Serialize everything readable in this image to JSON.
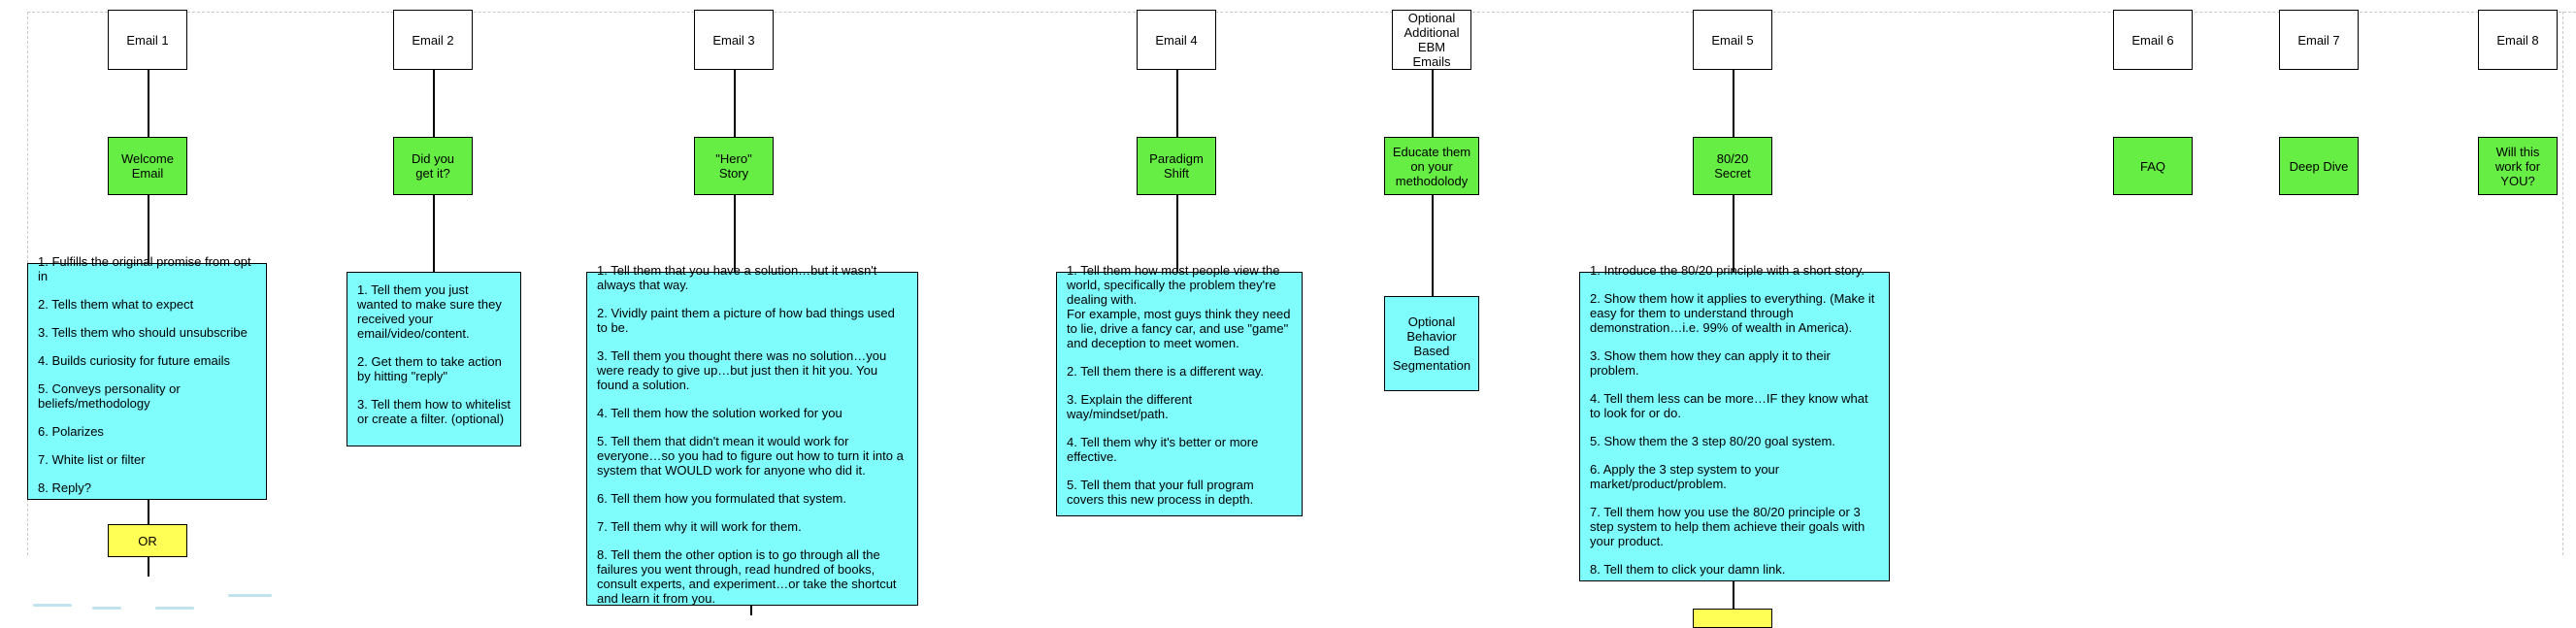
{
  "emails": [
    {
      "id": "email-1",
      "label": "Email 1",
      "topic": "Welcome\nEmail"
    },
    {
      "id": "email-2",
      "label": "Email 2",
      "topic": "Did you\nget it?"
    },
    {
      "id": "email-3",
      "label": "Email 3",
      "topic": "\"Hero\"\nStory"
    },
    {
      "id": "email-4",
      "label": "Email 4",
      "topic": "Paradigm\nShift"
    },
    {
      "id": "email-optional",
      "label": "Optional\nAdditional\nEBM\nEmails",
      "topic": "Educate them\non your\nmethodolody"
    },
    {
      "id": "email-5",
      "label": "Email 5",
      "topic": "80/20\nSecret"
    },
    {
      "id": "email-6",
      "label": "Email 6",
      "topic": "FAQ"
    },
    {
      "id": "email-7",
      "label": "Email 7",
      "topic": "Deep Dive"
    },
    {
      "id": "email-8",
      "label": "Email 8",
      "topic": "Will this\nwork for\nYOU?"
    }
  ],
  "lists": {
    "email-1": [
      "1. Fulfills the original promise from opt in",
      "2. Tells them what to expect",
      "3. Tells them who should unsubscribe",
      "4. Builds curiosity for future emails",
      "5. Conveys personality or beliefs/methodology",
      "6. Polarizes",
      "7. White list or filter",
      "8. Reply?"
    ],
    "email-2": [
      "1. Tell them you just wanted to make sure they received your email/video/content.",
      "2. Get them to take action by hitting \"reply\"",
      "3. Tell them how to whitelist or create a filter. (optional)"
    ],
    "email-3": [
      "1. Tell them that you have a solution…but it wasn't always that way.",
      "2. Vividly paint them a picture of how bad things used to be.",
      "3. Tell them you thought there was no solution…you were ready to give up…but just then it hit you. You found a solution.",
      "4. Tell them how the solution worked for you",
      "5. Tell them that didn't mean it would work for everyone…so you had to figure out how to turn it into a system that WOULD work for anyone who did it.",
      "6. Tell them how you formulated that system.",
      "7. Tell them why it will work for them.",
      "8. Tell them the other option is to go through all the failures you went through, read hundred of books, consult experts, and experiment…or take the shortcut and learn it from you."
    ],
    "email-4": [
      "1. Tell them how most people view the world, specifically the problem they're dealing with.\nFor example, most guys think they need to lie, drive a fancy car, and use \"game\" and deception to meet women.",
      "2. Tell them there is a different way.",
      "3. Explain the different way/mindset/path.",
      "4. Tell them why it's better or more effective.",
      "5. Tell them that your full program covers this new process in depth."
    ],
    "email-5": [
      "1. Introduce the 80/20 principle with a short story.",
      "2. Show them how it applies to everything. (Make it easy for them to understand through demonstration…i.e. 99% of wealth in America).",
      "3. Show them how they can apply it to their problem.",
      "4. Tell them less can be more…IF they know what to look for or do.",
      "5. Show them the 3 step 80/20 goal system.",
      "6. Apply the 3 step system to your market/product/problem.",
      "7. Tell them how you use the 80/20 principle or 3 step system to help them achieve their goals with your product.",
      "8. Tell them to click your damn link."
    ]
  },
  "or_label": "OR",
  "segmentation_label": "Optional\nBehavior\nBased\nSegmentation",
  "colors": {
    "topic": "#66ee44",
    "list": "#7ffcfc",
    "or": "#ffff55"
  }
}
